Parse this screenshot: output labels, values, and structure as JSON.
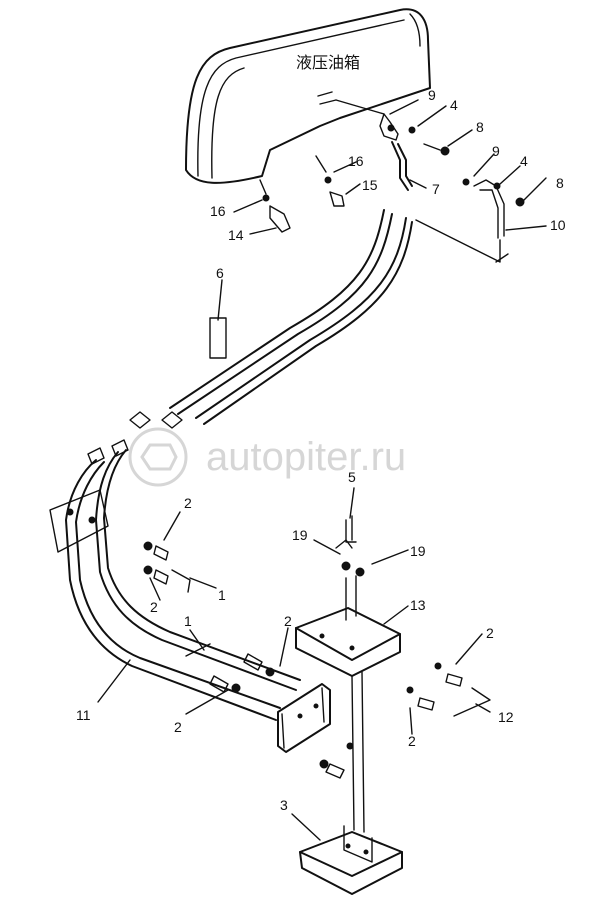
{
  "tank_label": "液压油箱",
  "watermark": "autopiter.ru",
  "callouts": [
    "9",
    "4",
    "8",
    "16",
    "15",
    "7",
    "9",
    "4",
    "8",
    "10",
    "16",
    "14",
    "6",
    "2",
    "1",
    "2",
    "11",
    "1",
    "2",
    "2",
    "5",
    "19",
    "19",
    "13",
    "2",
    "12",
    "2",
    "3"
  ]
}
